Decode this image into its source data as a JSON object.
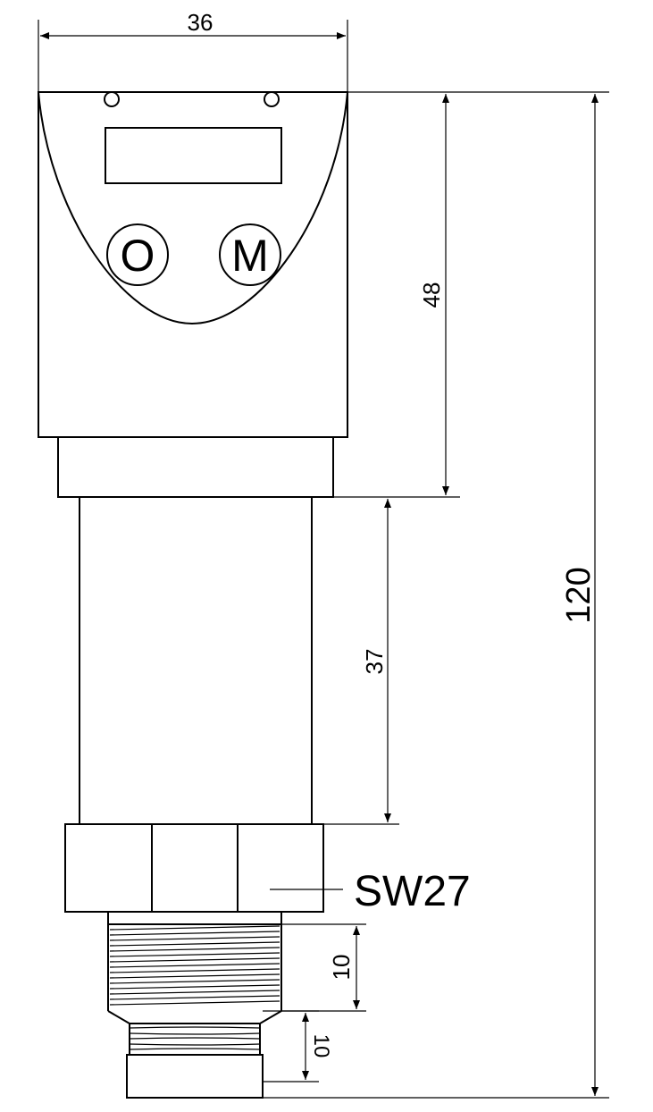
{
  "dimensions": {
    "top_width": "36",
    "head_height": "48",
    "body_height": "37",
    "total_height": "120",
    "wrench_size": "SW27",
    "thread_length": "10",
    "tip_length": "10"
  },
  "buttons": {
    "left": "O",
    "right": "M"
  }
}
